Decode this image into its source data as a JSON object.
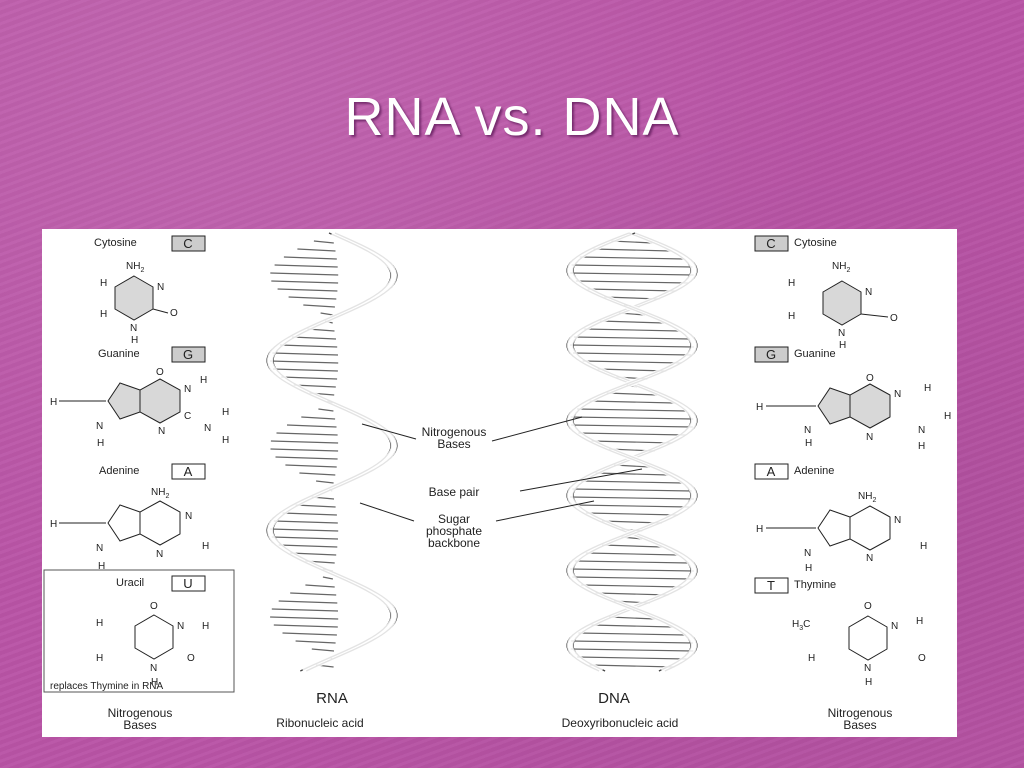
{
  "slide": {
    "title": "RNA vs. DNA"
  },
  "diagram": {
    "left_bases": [
      {
        "name": "Cytosine",
        "letter": "C"
      },
      {
        "name": "Guanine",
        "letter": "G"
      },
      {
        "name": "Adenine",
        "letter": "A"
      },
      {
        "name": "Uracil",
        "letter": "U"
      }
    ],
    "right_bases": [
      {
        "name": "Cytosine",
        "letter": "C"
      },
      {
        "name": "Guanine",
        "letter": "G"
      },
      {
        "name": "Adenine",
        "letter": "A"
      },
      {
        "name": "Thymine",
        "letter": "T"
      }
    ],
    "uracil_note": "replaces Thymine in RNA",
    "callouts": {
      "nitrogenous_bases_1": "Nitrogenous",
      "nitrogenous_bases_2": "Bases",
      "base_pair": "Base pair",
      "sugar_1": "Sugar",
      "sugar_2": "phosphate",
      "sugar_3": "backbone"
    },
    "rna": {
      "label": "RNA",
      "full": "Ribonucleic acid"
    },
    "dna": {
      "label": "DNA",
      "full": "Deoxyribonucleic acid"
    },
    "footer_left_1": "Nitrogenous",
    "footer_left_2": "Bases",
    "footer_right_1": "Nitrogenous",
    "footer_right_2": "Bases",
    "atoms": {
      "nh2": "NH",
      "sub2": "2",
      "n": "N",
      "c": "C",
      "h": "H",
      "o": "O",
      "h3c": "H",
      "h3c_sub": "3",
      "h3c_c": "C"
    }
  }
}
